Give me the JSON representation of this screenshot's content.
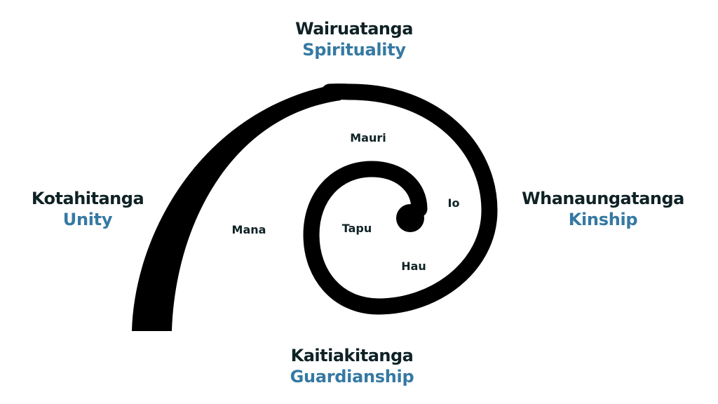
{
  "colors": {
    "spiral": "#000000",
    "maori_text": "#0f2226",
    "english_text": "#3579a3"
  },
  "outer_labels": {
    "top": {
      "maori": "Wairuatanga",
      "english": "Spirituality"
    },
    "left": {
      "maori": "Kotahitanga",
      "english": "Unity"
    },
    "right": {
      "maori": "Whanaungatanga",
      "english": "Kinship"
    },
    "bottom": {
      "maori": "Kaitiakitanga",
      "english": "Guardianship"
    }
  },
  "inner_labels": {
    "mauri": "Mauri",
    "io": "Io",
    "mana": "Mana",
    "tapu": "Tapu",
    "hau": "Hau"
  }
}
